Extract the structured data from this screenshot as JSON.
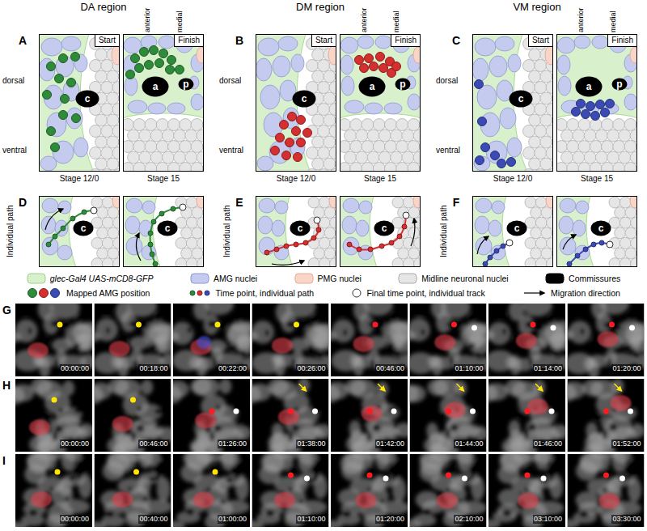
{
  "diagram": {
    "nodes": [
      {
        "text": [
          "Start"
        ]
      },
      {
        "text": [
          "c"
        ]
      },
      {
        "text": [
          "Finish"
        ]
      },
      {
        "text": [
          "a"
        ]
      },
      {
        "text": [
          "p"
        ]
      },
      {
        "text": [
          "Start"
        ]
      },
      {
        "text": [
          "c"
        ]
      },
      {
        "text": [
          "Finish"
        ]
      },
      {
        "text": [
          "a"
        ]
      },
      {
        "text": [
          "p"
        ]
      },
      {
        "text": [
          "Start"
        ]
      },
      {
        "text": [
          "c"
        ]
      },
      {
        "text": [
          "Finish"
        ]
      },
      {
        "text": [
          "a"
        ]
      },
      {
        "text": [
          "p"
        ]
      },
      {
        "text": [
          "c"
        ]
      },
      {
        "text": [
          "c"
        ]
      },
      {
        "text": [
          "c"
        ]
      },
      {
        "text": [
          "c"
        ]
      },
      {
        "text": [
          "c"
        ]
      },
      {
        "text": [
          "c"
        ]
      }
    ],
    "labels": [
      "DA region",
      "DM region",
      "VM region",
      "A",
      "anterior",
      "medial",
      "dorsal",
      "ventral",
      "Stage 12/0",
      "Stage 15",
      "B",
      "anterior",
      "medial",
      "dorsal",
      "ventral",
      "Stage 12/0",
      "Stage 15",
      "C",
      "anterior",
      "medial",
      "dorsal",
      "ventral",
      "Stage 12/0",
      "Stage 15",
      "D",
      "Individual path",
      "E",
      "Individual path",
      "F",
      "Individual path",
      "G",
      "00:00:00",
      "00:18:00",
      "00:22:00",
      "00:26:00",
      "00:46:00",
      "01:10:00",
      "01:14:00",
      "01:20:00",
      "H",
      "00:00:00",
      "00:46:00",
      "01:26:00",
      "01:38:00",
      "01:42:00",
      "01:44:00",
      "01:46:00",
      "01:52:00",
      "I",
      "00:00:00",
      "00:40:00",
      "01:00:00",
      "01:10:00",
      "01:20:00",
      "02:10:00",
      "03:10:00",
      "03:30:00"
    ],
    "legend": [
      {
        "text": "glec-Gal4 UAS-mCD8-GFP",
        "color": "#d8f0cc"
      },
      {
        "text": "AMG nuclei",
        "color": "#c5cbee"
      },
      {
        "text": "PMG nuclei",
        "color": "#f8d5c6"
      },
      {
        "text": "Midline neuronal nuclei",
        "color": "#e6e6e6"
      },
      {
        "text": "Commissures",
        "color": "#000000"
      },
      {
        "text": "Mapped AMG position"
      },
      {
        "text": "Time point, individual path"
      },
      {
        "text": "Final time point, individual track"
      },
      {
        "text": "Migration direction"
      }
    ]
  }
}
